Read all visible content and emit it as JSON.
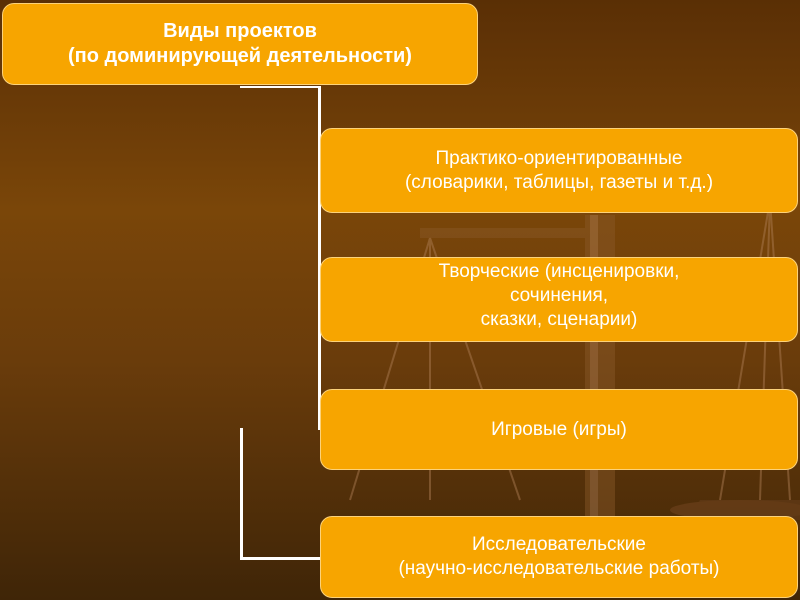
{
  "title": "Виды проектов\n(по доминирующей деятельности)",
  "items": [
    {
      "label": "Практико-ориентированные\n(словарики, таблицы, газеты и т.д.)"
    },
    {
      "label": "Творческие (инсценировки,\nсочинения,\nсказки, сценарии)"
    },
    {
      "label": "Игровые (игры)"
    },
    {
      "label": "Исследовательские\n(научно-исследовательские работы)"
    }
  ],
  "colors": {
    "background": "#6a3c0b",
    "box_fill": "#f7a500",
    "box_border": "#fcd27a",
    "text": "#ffffff",
    "connector": "#ffffff"
  }
}
